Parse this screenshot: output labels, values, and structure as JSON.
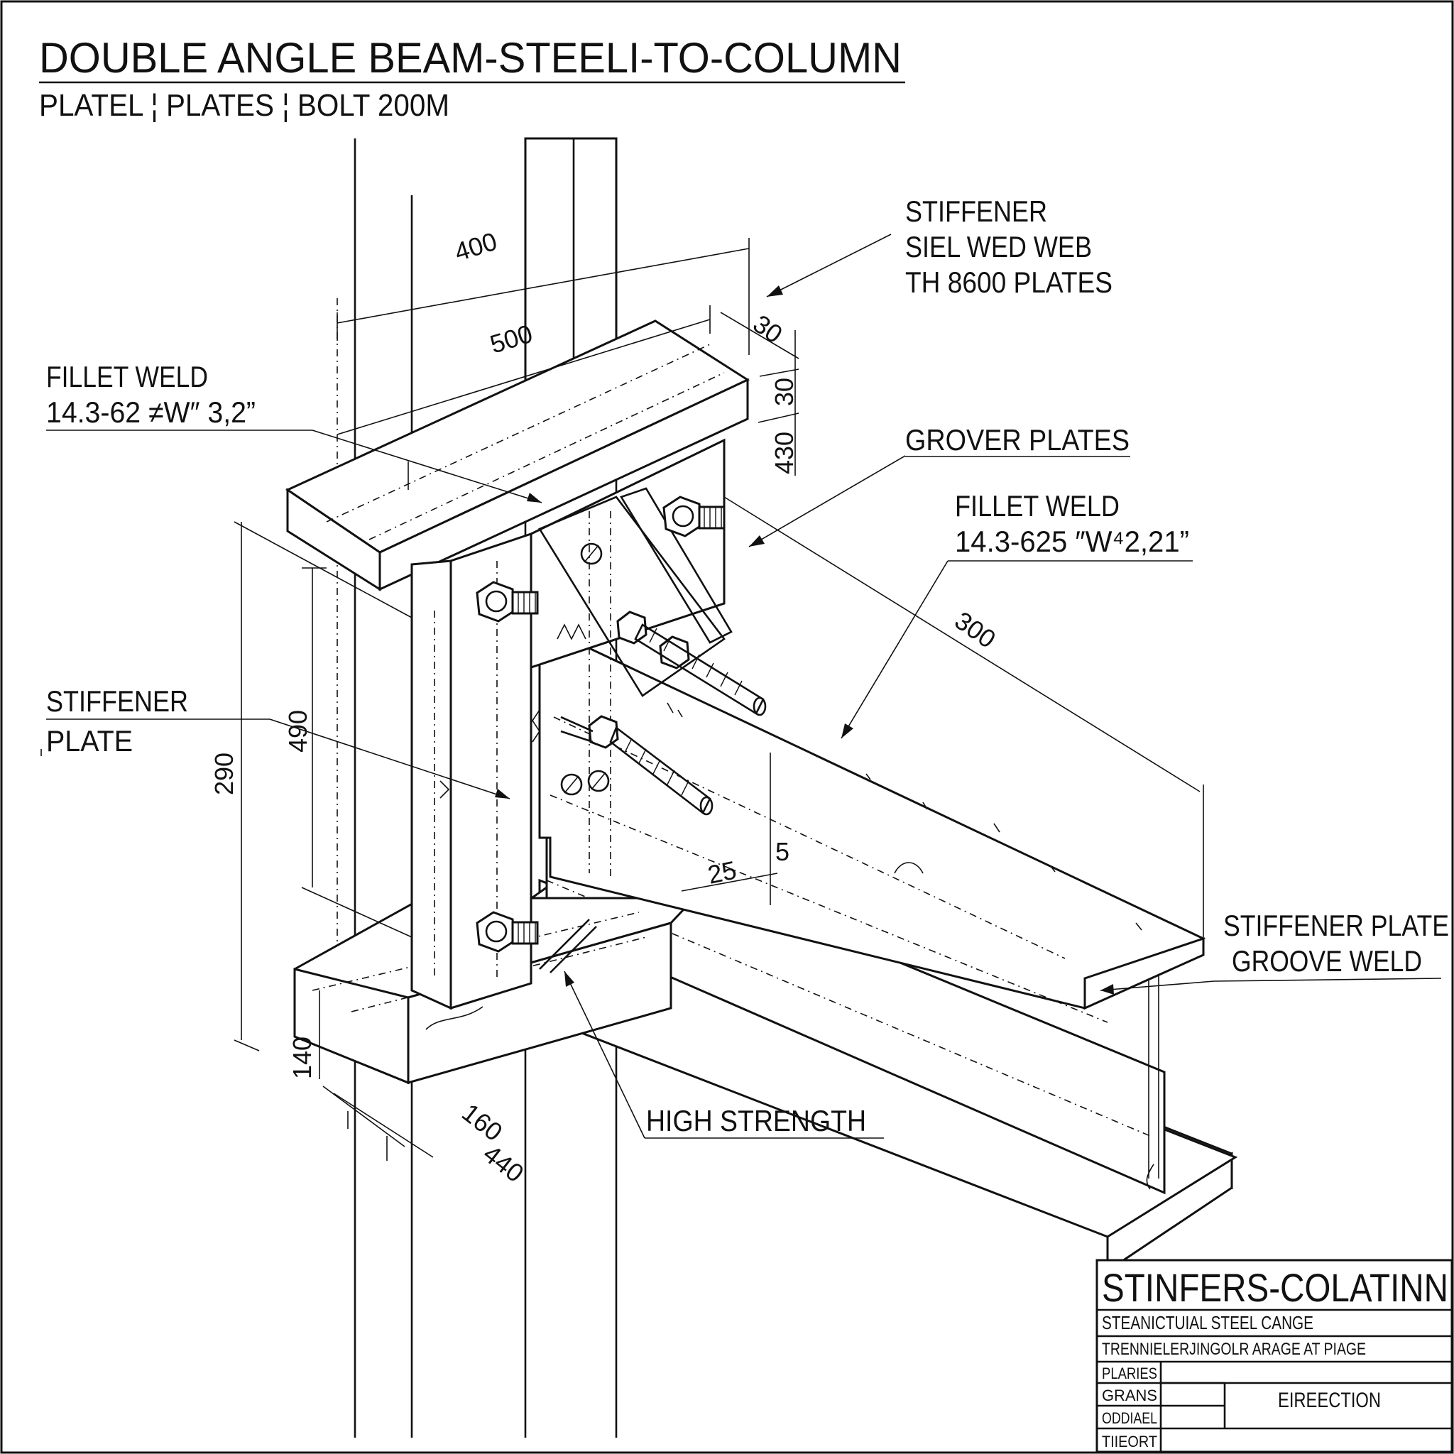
{
  "header": {
    "title": "DOUBLE ANGLE  BEAM-STEELI-TO-COLUMN",
    "subtitle": "PLATEL ¦ PLATES ¦ BOLT 200M"
  },
  "callouts": {
    "stiffener_top_1": "STIFFENER",
    "stiffener_top_2": "SIEL WED WEB",
    "stiffener_top_3": "TH 8600 PLATES",
    "fillet_left_1": "FILLET WELD",
    "fillet_left_2": "14.3-62 ≠W″ 3,2”",
    "grover_plates": "GROVER PLATES",
    "fillet_right_1": "FILLET WELD",
    "fillet_right_2": "14.3-625 ″W⁴2,21”",
    "stiffener_plate_1": "STIFFENER",
    "stiffener_plate_2": "PLATE",
    "stiffener_groove_1": "STIFFENER PLATE",
    "stiffener_groove_2": "GROOVE WELD",
    "high_strength": "HIGH STRENGTH"
  },
  "dimensions": {
    "d400": "400",
    "d500": "500",
    "d30a": "30",
    "d30b": "30",
    "d430": "430",
    "d300": "300",
    "d490": "490",
    "d290": "290",
    "d5": "5",
    "d25": "25",
    "d140": "140",
    "d160": "160",
    "d440": "440"
  },
  "title_block": {
    "name": "STINFERS-COLATINN",
    "line1": "STEANICTUIAL STEEL CANGE",
    "line2": "TRENNIELERJINGOLR ARAGE AT PIAGE",
    "row1": "PLARIES",
    "row2": "GRANS",
    "row3": "ODDIAEL",
    "row4": "TIIEORT",
    "label": "EIREECTION"
  }
}
